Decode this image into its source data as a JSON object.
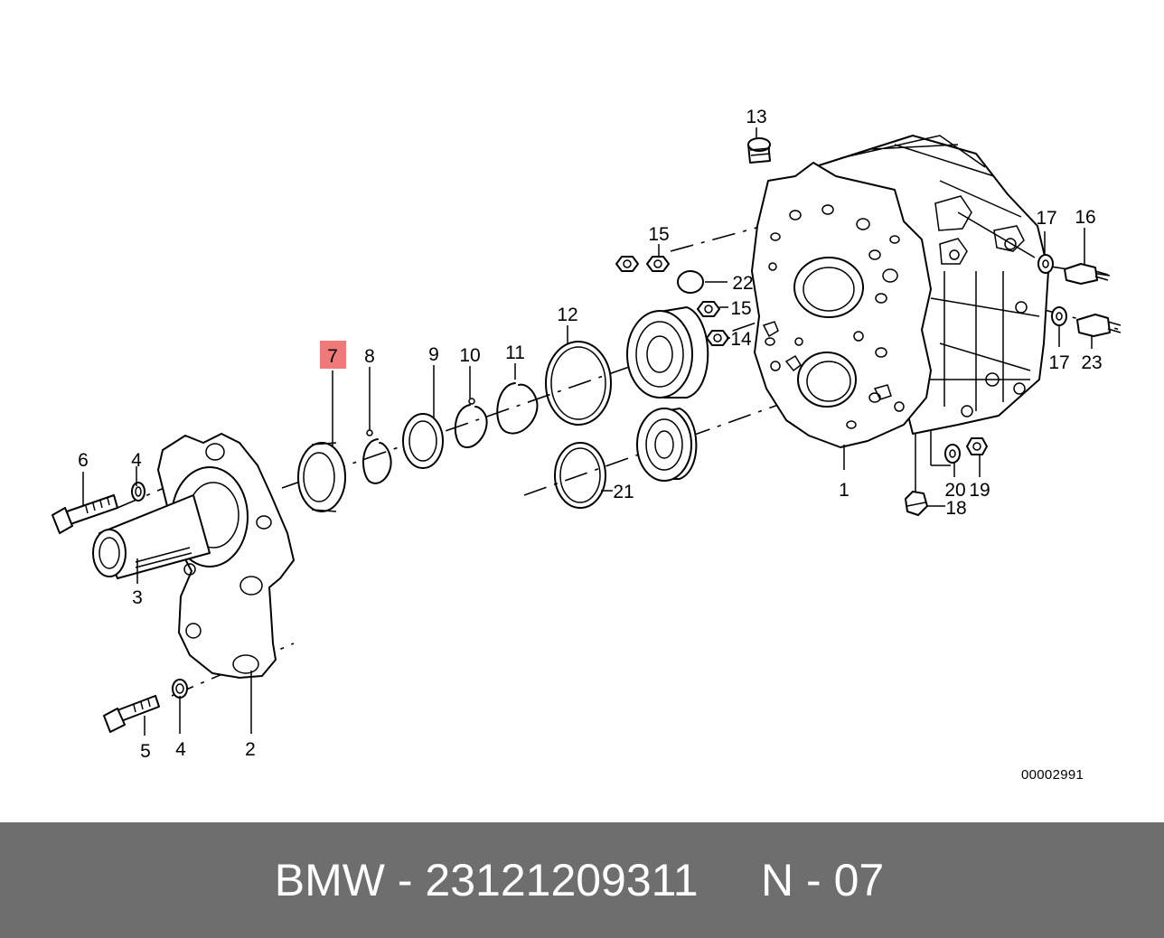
{
  "diagram": {
    "callouts": {
      "p1": "1",
      "p2": "2",
      "p3": "3",
      "p4a": "4",
      "p4b": "4",
      "p5": "5",
      "p6": "6",
      "p7": "7",
      "p8": "8",
      "p9": "9",
      "p10": "10",
      "p11": "11",
      "p12": "12",
      "p13": "13",
      "p14": "14",
      "p15a": "15",
      "p15b": "15",
      "p16": "16",
      "p17a": "17",
      "p17b": "17",
      "p18": "18",
      "p19": "19",
      "p20": "20",
      "p21": "21",
      "p22": "22",
      "p23": "23"
    },
    "highlighted_part": "7",
    "highlight_color": "#f07a7a",
    "drawing_code": "00002991"
  },
  "footer": {
    "text": "BMW - 23121209311     N - 07",
    "background": "#6e6e6e",
    "text_color": "#ffffff"
  }
}
